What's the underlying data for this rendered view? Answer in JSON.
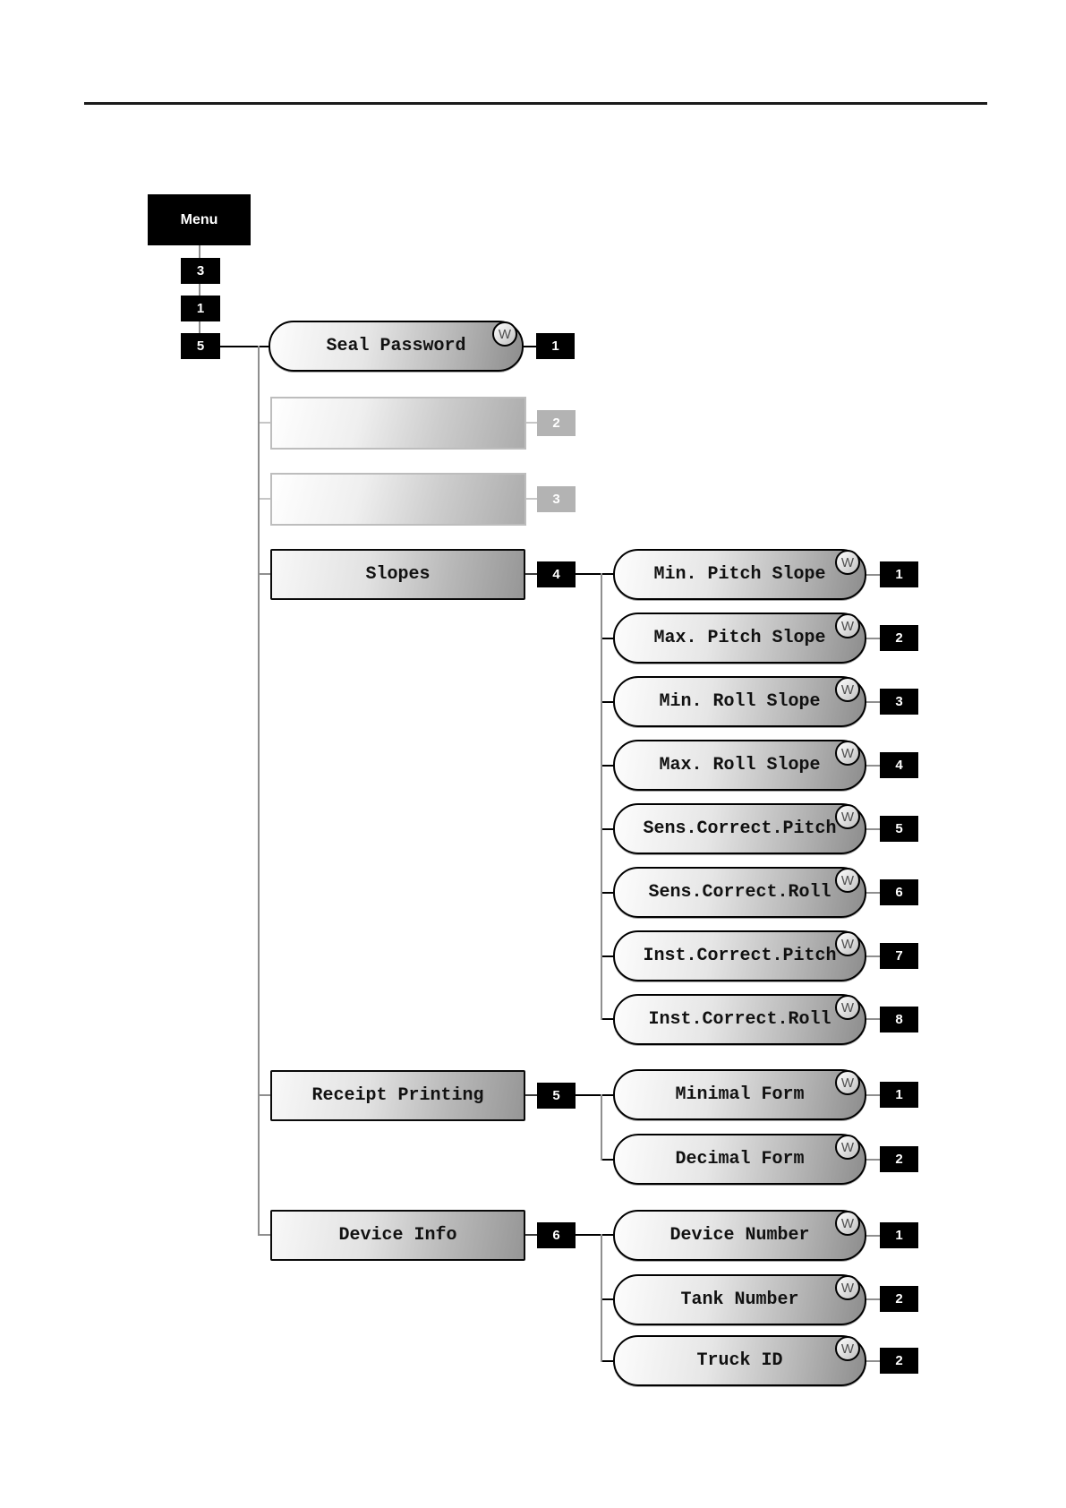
{
  "badge_letter": "W",
  "menu": {
    "label": "Menu",
    "path": [
      "3",
      "1",
      "5"
    ]
  },
  "tree": {
    "seal": {
      "label": "Seal Password",
      "num": "1"
    },
    "disabled_items": [
      {
        "num": "2"
      },
      {
        "num": "3"
      }
    ],
    "slopes": {
      "label": "Slopes",
      "num": "4",
      "children": [
        {
          "label": "Min. Pitch Slope",
          "num": "1"
        },
        {
          "label": "Max. Pitch Slope",
          "num": "2"
        },
        {
          "label": "Min. Roll Slope",
          "num": "3"
        },
        {
          "label": "Max. Roll Slope",
          "num": "4"
        },
        {
          "label": "Sens.Correct.Pitch",
          "num": "5"
        },
        {
          "label": "Sens.Correct.Roll",
          "num": "6"
        },
        {
          "label": "Inst.Correct.Pitch",
          "num": "7"
        },
        {
          "label": "Inst.Correct.Roll",
          "num": "8"
        }
      ]
    },
    "receipt": {
      "label": "Receipt Printing",
      "num": "5",
      "children": [
        {
          "label": "Minimal Form",
          "num": "1"
        },
        {
          "label": "Decimal Form",
          "num": "2"
        }
      ]
    },
    "device": {
      "label": "Device Info",
      "num": "6",
      "children": [
        {
          "label": "Device Number",
          "num": "1"
        },
        {
          "label": "Tank Number",
          "num": "2"
        },
        {
          "label": "Truck ID",
          "num": "2"
        }
      ]
    }
  },
  "colors": {
    "node_border": "#000000",
    "trunk_line": "#8f8f8f",
    "faded_gray": "#b3b3b3"
  }
}
